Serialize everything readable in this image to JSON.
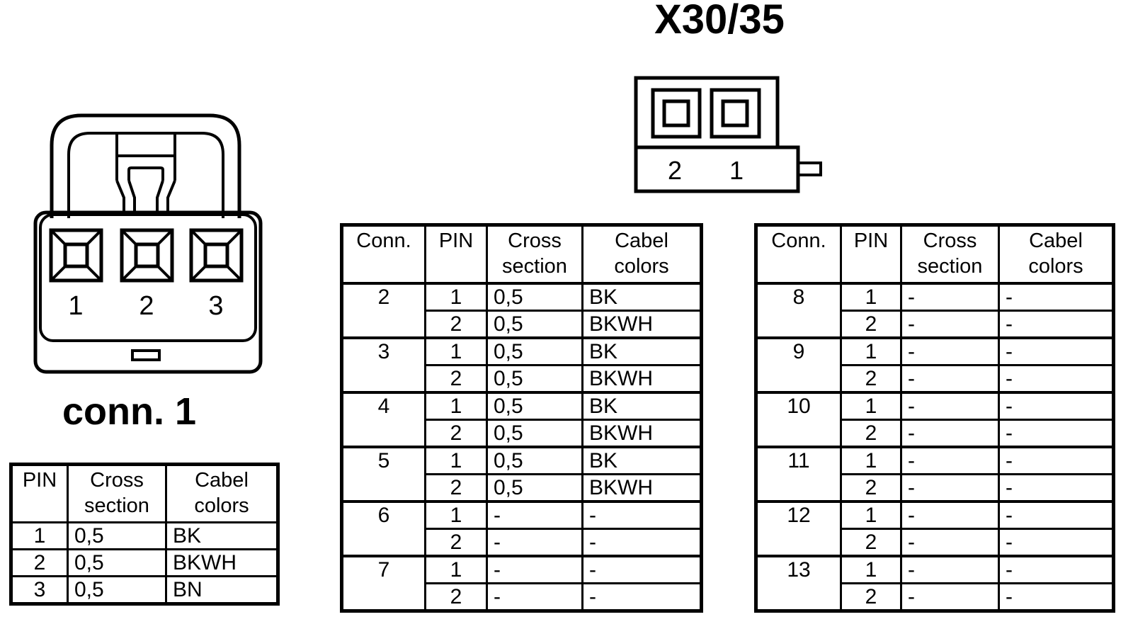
{
  "title": "X30/35",
  "colors": {
    "ink": "#000000",
    "paper": "#ffffff"
  },
  "connectors": {
    "x30": {
      "pin_labels": [
        "2",
        "1"
      ]
    },
    "conn1": {
      "caption": "conn. 1",
      "pin_labels": [
        "1",
        "2",
        "3"
      ]
    }
  },
  "tables": {
    "left": {
      "headers": [
        "PIN",
        "Cross section",
        "Cabel colors"
      ],
      "rows": [
        {
          "pin": "1",
          "cross": "0,5",
          "color": "BK"
        },
        {
          "pin": "2",
          "cross": "0,5",
          "color": "BKWH"
        },
        {
          "pin": "3",
          "cross": "0,5",
          "color": "BN"
        }
      ]
    },
    "mid": {
      "headers": [
        "Conn.",
        "PIN",
        "Cross section",
        "Cabel colors"
      ],
      "groups": [
        {
          "conn": "2",
          "pins": [
            {
              "pin": "1",
              "cross": "0,5",
              "color": "BK"
            },
            {
              "pin": "2",
              "cross": "0,5",
              "color": "BKWH"
            }
          ]
        },
        {
          "conn": "3",
          "pins": [
            {
              "pin": "1",
              "cross": "0,5",
              "color": "BK"
            },
            {
              "pin": "2",
              "cross": "0,5",
              "color": "BKWH"
            }
          ]
        },
        {
          "conn": "4",
          "pins": [
            {
              "pin": "1",
              "cross": "0,5",
              "color": "BK"
            },
            {
              "pin": "2",
              "cross": "0,5",
              "color": "BKWH"
            }
          ]
        },
        {
          "conn": "5",
          "pins": [
            {
              "pin": "1",
              "cross": "0,5",
              "color": "BK"
            },
            {
              "pin": "2",
              "cross": "0,5",
              "color": "BKWH"
            }
          ]
        },
        {
          "conn": "6",
          "pins": [
            {
              "pin": "1",
              "cross": "-",
              "color": "-"
            },
            {
              "pin": "2",
              "cross": "-",
              "color": "-"
            }
          ]
        },
        {
          "conn": "7",
          "pins": [
            {
              "pin": "1",
              "cross": "-",
              "color": "-"
            },
            {
              "pin": "2",
              "cross": "-",
              "color": "-"
            }
          ]
        }
      ]
    },
    "right": {
      "headers": [
        "Conn.",
        "PIN",
        "Cross section",
        "Cabel colors"
      ],
      "groups": [
        {
          "conn": "8",
          "pins": [
            {
              "pin": "1",
              "cross": "-",
              "color": "-"
            },
            {
              "pin": "2",
              "cross": "-",
              "color": "-"
            }
          ]
        },
        {
          "conn": "9",
          "pins": [
            {
              "pin": "1",
              "cross": "-",
              "color": "-"
            },
            {
              "pin": "2",
              "cross": "-",
              "color": "-"
            }
          ]
        },
        {
          "conn": "10",
          "pins": [
            {
              "pin": "1",
              "cross": "-",
              "color": "-"
            },
            {
              "pin": "2",
              "cross": "-",
              "color": "-"
            }
          ]
        },
        {
          "conn": "11",
          "pins": [
            {
              "pin": "1",
              "cross": "-",
              "color": "-"
            },
            {
              "pin": "2",
              "cross": "-",
              "color": "-"
            }
          ]
        },
        {
          "conn": "12",
          "pins": [
            {
              "pin": "1",
              "cross": "-",
              "color": "-"
            },
            {
              "pin": "2",
              "cross": "-",
              "color": "-"
            }
          ]
        },
        {
          "conn": "13",
          "pins": [
            {
              "pin": "1",
              "cross": "-",
              "color": "-"
            },
            {
              "pin": "2",
              "cross": "-",
              "color": "-"
            }
          ]
        }
      ]
    }
  }
}
